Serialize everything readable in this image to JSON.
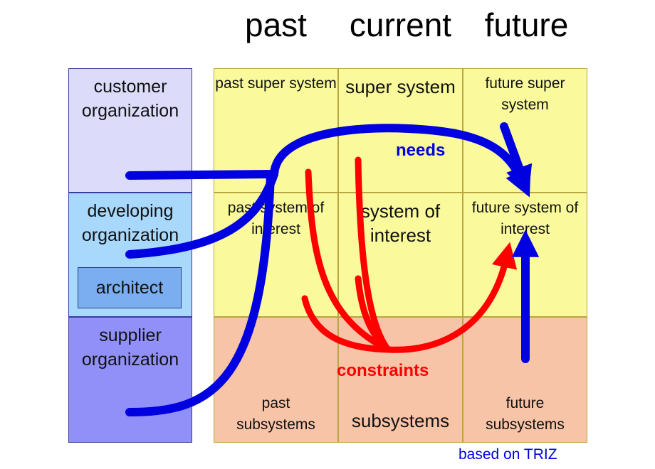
{
  "headers": {
    "past": "past",
    "current": "current",
    "future": "future"
  },
  "organizations": {
    "customer": "customer organization",
    "developing": "developing organization",
    "architect": "architect",
    "supplier": "supplier organization"
  },
  "grid": {
    "past_super": "past super system",
    "super": "super system",
    "future_super": "future super system",
    "past_soi": "past system of interest",
    "soi": "system of interest",
    "future_soi": "future system of interest",
    "past_sub": "past subsystems",
    "sub": "subsystems",
    "future_sub": "future subsystems"
  },
  "labels": {
    "needs": "needs",
    "constraints": "constraints"
  },
  "credit": "based on TRIZ",
  "colors": {
    "customer_bg": "#dcdcfa",
    "developing_bg": "#a8d8fc",
    "supplier_bg": "#9090f8",
    "grid_yellow": "#fafa9c",
    "grid_salmon": "#f8c4a8",
    "needs_arrow": "#0000e0",
    "constraints_arrow": "#ff0000"
  }
}
